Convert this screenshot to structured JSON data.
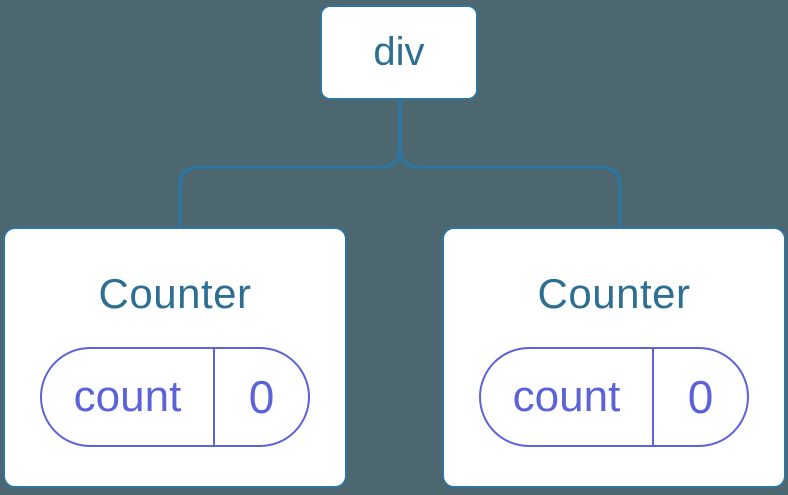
{
  "colors": {
    "background": "#4C6770",
    "line": "#2E75A0",
    "node_text": "#2D6E93",
    "state": "#5C63D8",
    "node_bg": "#ffffff"
  },
  "tree": {
    "root": {
      "label": "div"
    },
    "children": [
      {
        "name": "Counter",
        "state": {
          "key": "count",
          "value": "0"
        }
      },
      {
        "name": "Counter",
        "state": {
          "key": "count",
          "value": "0"
        }
      }
    ]
  }
}
